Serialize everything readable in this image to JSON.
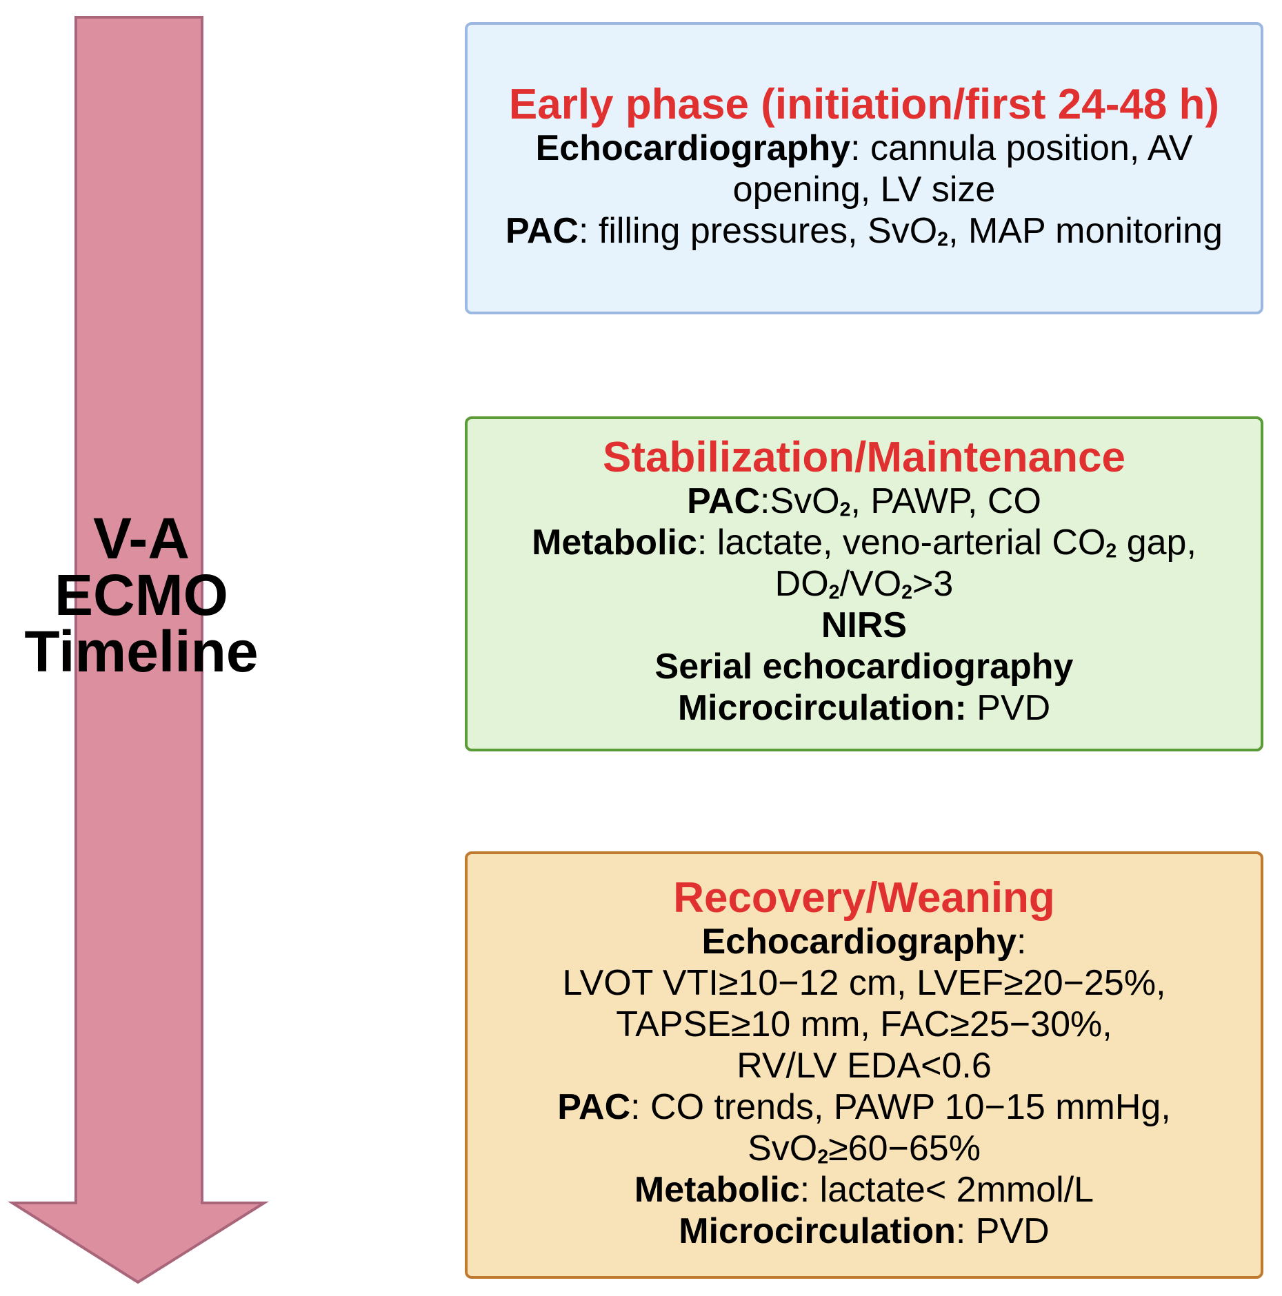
{
  "colors": {
    "arrow_fill": "#dc8f9f",
    "arrow_stroke": "#a9657a",
    "title_red": "#e03030",
    "early_bg": "#e6f3fc",
    "early_border": "#9db8e0",
    "stab_bg": "#e3f3d8",
    "stab_border": "#5a9a37",
    "rec_bg": "#f8e2b7",
    "rec_border": "#bf7a30"
  },
  "timeline": {
    "label_lines": [
      "V-A",
      "ECMO",
      "Timeline"
    ]
  },
  "early": {
    "title": "Early phase (initiation/first 24-48 h)",
    "echo_term": "Echocardiography",
    "echo_text": ": cannula position, AV opening, LV size",
    "pac_term": "PAC",
    "pac_text_a": ": filling pressures, SvO",
    "sub2": "2",
    "pac_text_b": ", MAP monitoring"
  },
  "stabilization": {
    "title": "Stabilization/Maintenance",
    "pac_term": "PAC",
    "pac_text_a": ":SvO",
    "sub2": "2",
    "pac_text_b": ", PAWP, CO",
    "metabolic_term": "Metabolic",
    "metabolic_text_a": ": lactate, veno-arterial CO",
    "metabolic_text_b": " gap, DO",
    "metabolic_text_c": "/VO",
    "metabolic_text_d": ">3",
    "nirs": "NIRS",
    "serial_echo": "Serial echocardiography",
    "micro_term": "Microcirculation:",
    "micro_text": " PVD"
  },
  "recovery": {
    "title": "Recovery/Weaning",
    "echo_term": "Echocardiography",
    "echo_colon": ":",
    "echo_line1": "LVOT VTI≥10−12 cm, LVEF≥20−25%,",
    "echo_line2": "TAPSE≥10 mm, FAC≥25−30%,",
    "echo_line3": "RV/LV EDA<0.6",
    "pac_term": "PAC",
    "pac_text": ": CO trends, PAWP 10−15 mmHg,",
    "svo_a": "SvO",
    "sub2": "2",
    "svo_b": "≥60−65%",
    "metabolic_term": "Metabolic",
    "metabolic_text": ": lactate< 2mmol/L",
    "micro_term": "Microcirculation",
    "micro_text": ": PVD"
  }
}
